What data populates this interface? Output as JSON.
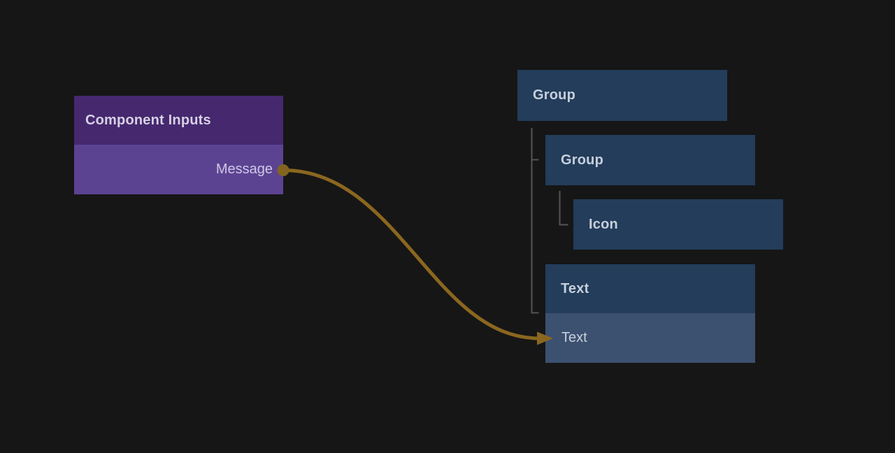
{
  "colors": {
    "background": "#161616",
    "purple_header": "#46286F",
    "purple_body": "#5C4392",
    "purple_header_text": "#D6D1E3",
    "purple_body_text": "#CFC7E6",
    "blue_node": "#233D5B",
    "blue_node_selected": "#3C5170",
    "blue_node_text": "#C7CFDB",
    "connection": "#8A671F",
    "connection_port": "#826420",
    "tree_line": "#555555"
  },
  "component_inputs_node": {
    "title": "Component Inputs",
    "output_port": {
      "label": "Message"
    }
  },
  "layer_tree": {
    "nodes": [
      {
        "label": "Group",
        "depth": 0
      },
      {
        "label": "Group",
        "depth": 1
      },
      {
        "label": "Icon",
        "depth": 2
      },
      {
        "label": "Text",
        "depth": 1,
        "selected_row_label": "Text"
      }
    ]
  },
  "connection": {
    "from_port": "Message",
    "to_node": "Text"
  }
}
